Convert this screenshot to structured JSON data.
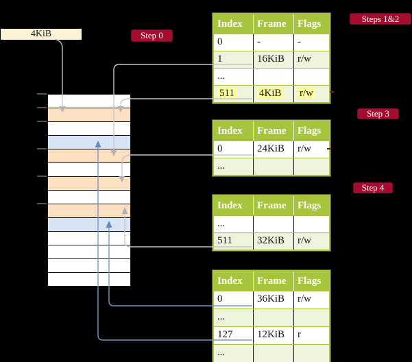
{
  "frame_size_label": "4KiB",
  "badges": {
    "step0": "Step 0",
    "steps12": "Steps 1&2",
    "step3": "Step 3",
    "step4": "Step 4"
  },
  "physical_memory": {
    "description": "column of physical memory frames, 4KiB each",
    "rows": [
      {
        "kind": "empty"
      },
      {
        "kind": "page_table"
      },
      {
        "kind": "empty"
      },
      {
        "kind": "mapped"
      },
      {
        "kind": "page_table"
      },
      {
        "kind": "empty"
      },
      {
        "kind": "page_table"
      },
      {
        "kind": "empty"
      },
      {
        "kind": "page_table"
      },
      {
        "kind": "mapped"
      },
      {
        "kind": "empty"
      },
      {
        "kind": "empty"
      },
      {
        "kind": "empty"
      },
      {
        "kind": "empty"
      }
    ]
  },
  "tables": [
    {
      "name": "page-table-at-4KiB",
      "step_label": "Steps 1&2",
      "headers": [
        "Index",
        "Frame",
        "Flags"
      ],
      "rows": [
        {
          "cells": [
            "0",
            "-",
            "-"
          ],
          "highlight": false
        },
        {
          "cells": [
            "1",
            "16KiB",
            "r/w"
          ],
          "highlight": false
        },
        {
          "cells": [
            "...",
            "",
            ""
          ],
          "highlight": false
        },
        {
          "cells": [
            "511",
            "4KiB",
            "r/w"
          ],
          "highlight": true
        }
      ]
    },
    {
      "name": "page-table-at-16KiB",
      "step_label": "Step 3",
      "headers": [
        "Index",
        "Frame",
        "Flags"
      ],
      "rows": [
        {
          "cells": [
            "0",
            "24KiB",
            "r/w"
          ],
          "highlight": false
        },
        {
          "cells": [
            "...",
            "",
            ""
          ],
          "highlight": false
        }
      ]
    },
    {
      "name": "page-table-at-24KiB",
      "step_label": "Step 4",
      "headers": [
        "Index",
        "Frame",
        "Flags"
      ],
      "rows": [
        {
          "cells": [
            "...",
            "",
            ""
          ],
          "highlight": false
        },
        {
          "cells": [
            "511",
            "32KiB",
            "r/w"
          ],
          "highlight": false
        }
      ]
    },
    {
      "name": "page-table-at-32KiB",
      "step_label": "",
      "headers": [
        "Index",
        "Frame",
        "Flags"
      ],
      "rows": [
        {
          "cells": [
            "0",
            "36KiB",
            "r/w"
          ],
          "highlight": false
        },
        {
          "cells": [
            "...",
            "",
            ""
          ],
          "highlight": false
        },
        {
          "cells": [
            "127",
            "12KiB",
            "r"
          ],
          "highlight": false
        },
        {
          "cells": [
            "...",
            "",
            ""
          ],
          "highlight": false
        }
      ]
    }
  ],
  "colors": {
    "background": "#000000",
    "table_header_green": "#a6c43c",
    "table_row_green": "#eef3dc",
    "frame_page_table_orange": "#fce0c2",
    "frame_mapped_blue": "#d7e4f4",
    "frame_label_cream": "#fdf2d3",
    "highlight_yellow": "#feff9c",
    "badge_red": "#a60c2e",
    "wire_gray": "#c6c6c6",
    "wire_blue": "#7997c9"
  }
}
